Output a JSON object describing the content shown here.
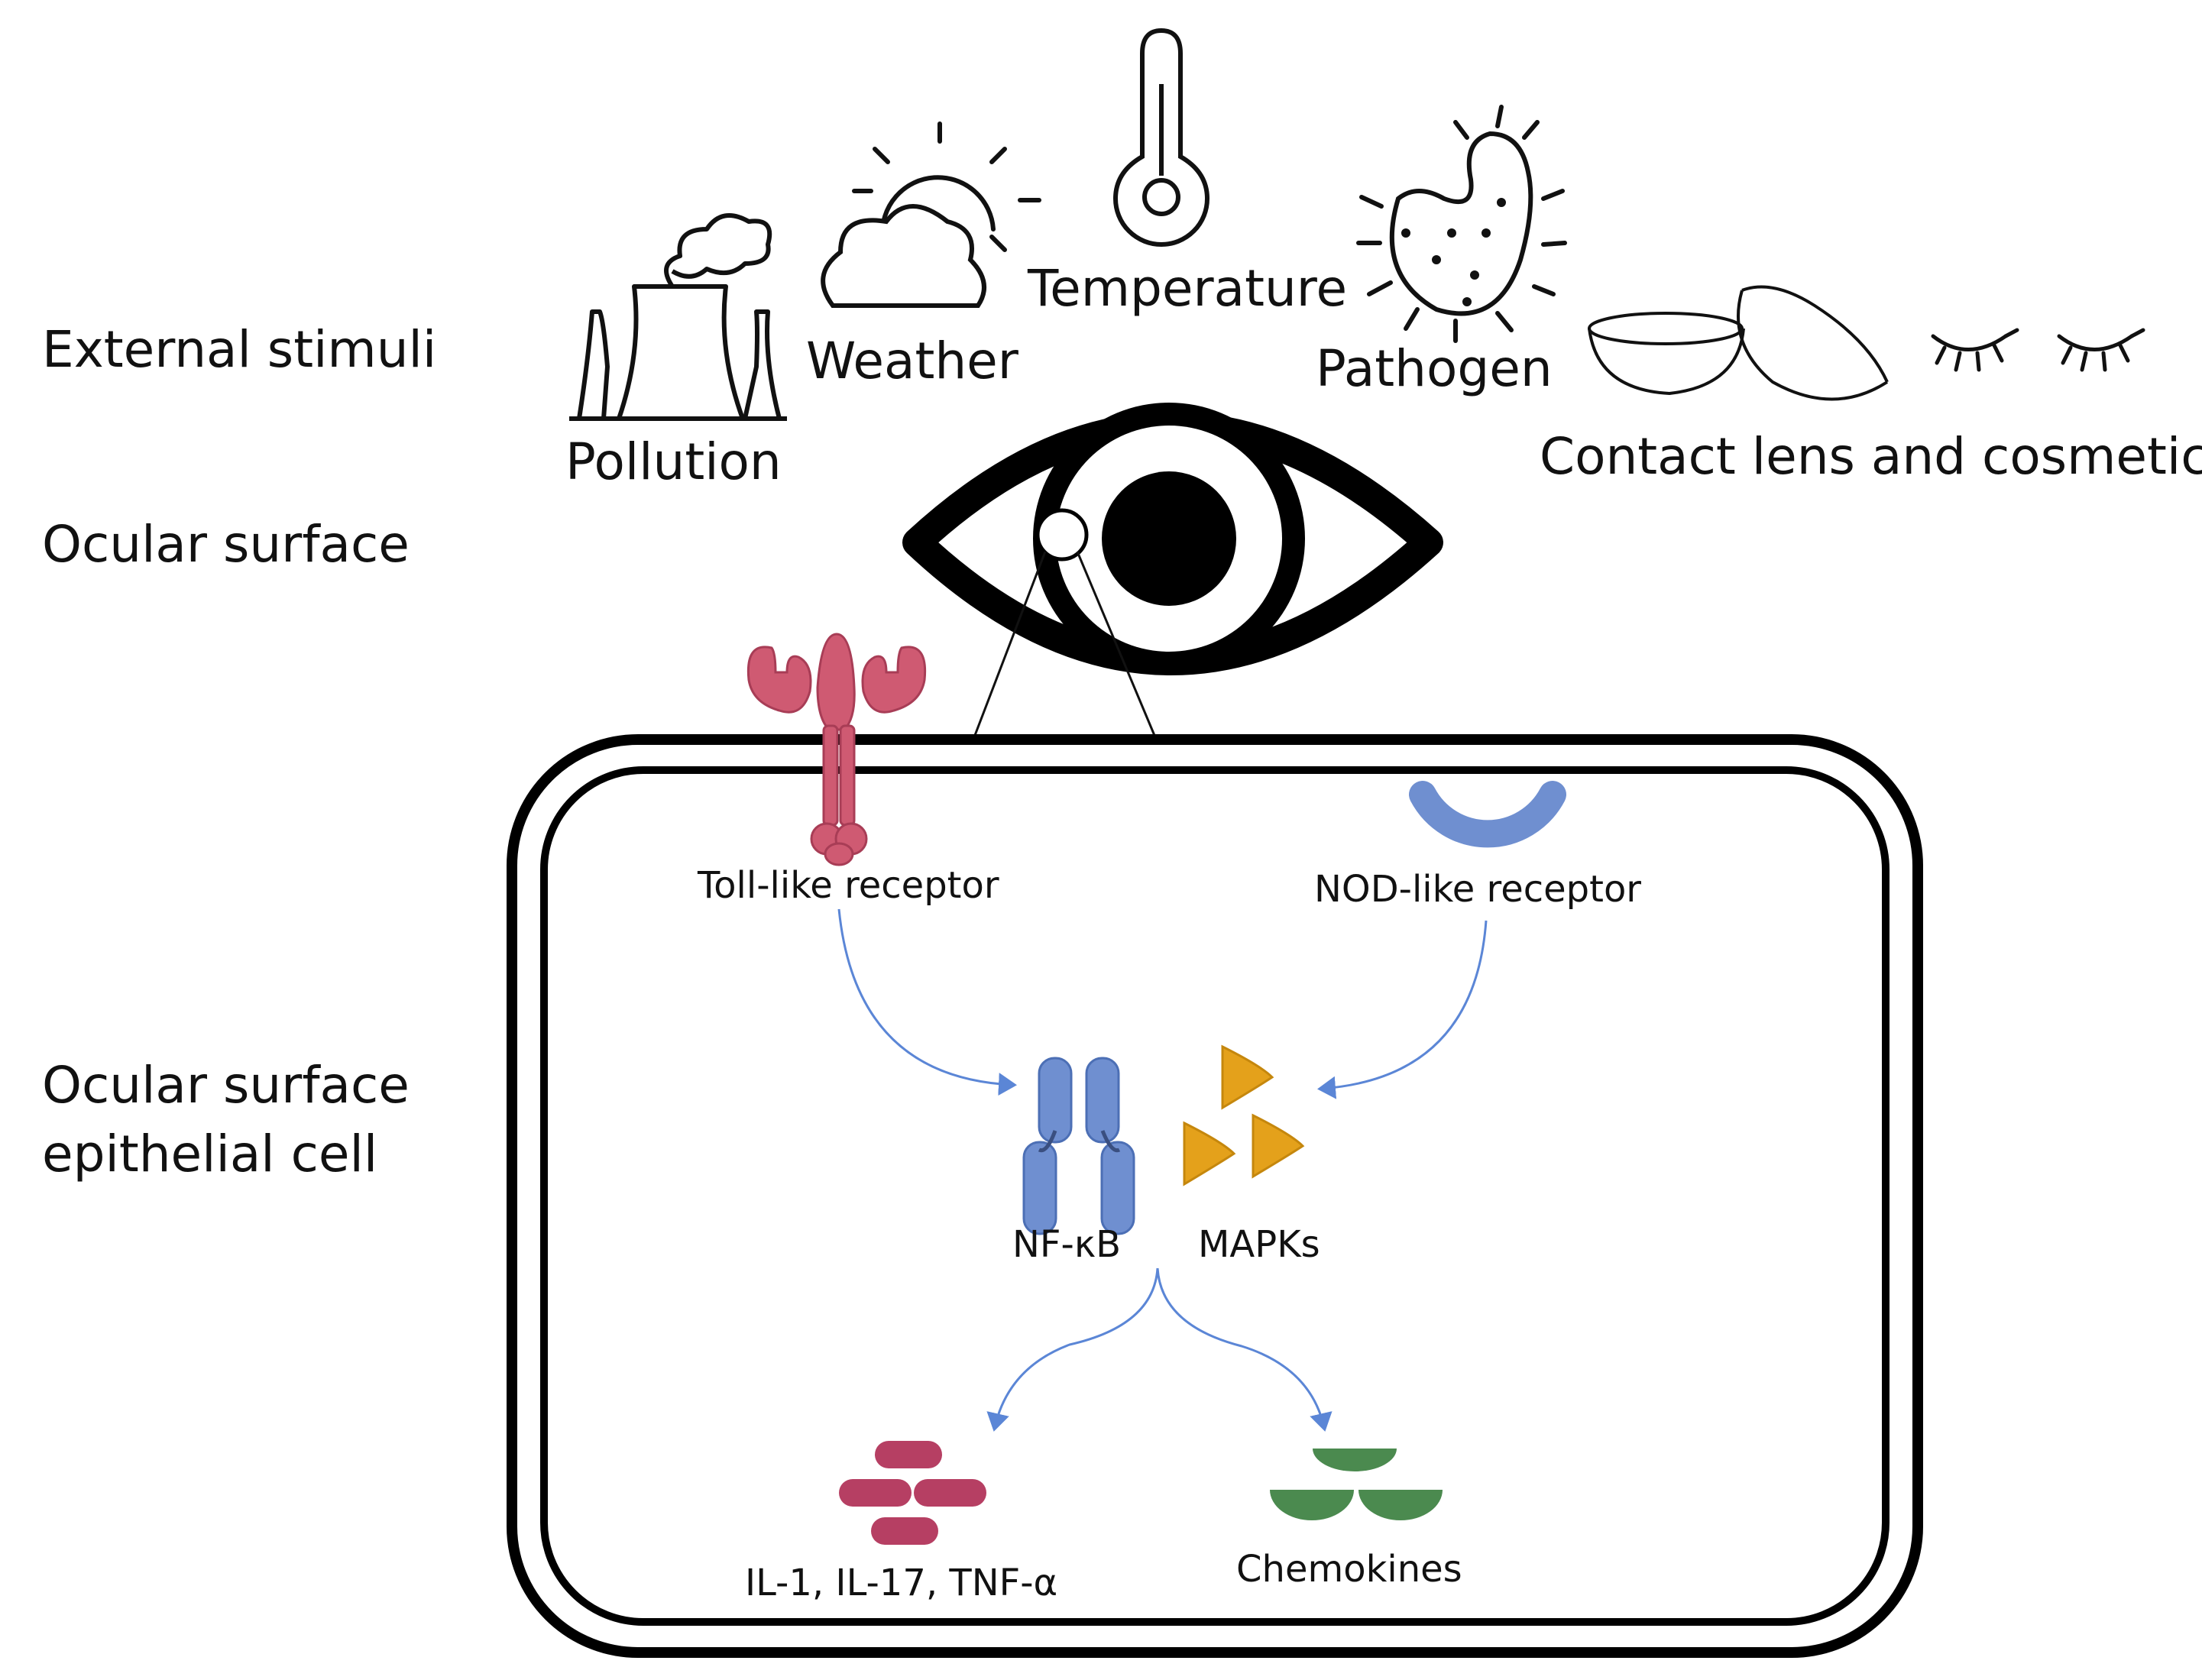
{
  "rows": {
    "external": "External stimuli",
    "ocular_surface": "Ocular surface",
    "epithelial_line1": "Ocular surface",
    "epithelial_line2": "epithelial cell"
  },
  "stimuli": {
    "pollution": "Pollution",
    "weather": "Weather",
    "temperature": "Temperature",
    "pathogen": "Pathogen",
    "contact": "Contact lens and cosmetics"
  },
  "cell": {
    "tlr": "Toll-like receptor",
    "nlr": "NOD-like receptor",
    "nfkb": "NF-κB",
    "mapks": "MAPKs",
    "cytokines": "IL-1, IL-17, TNF-α",
    "chemokines": "Chemokines"
  },
  "colors": {
    "tlr": "#cf5a72",
    "nlr": "#6f8fd0",
    "nfkb": "#6f8fd0",
    "mapks": "#e4a11b",
    "cytokines": "#b63f63",
    "chemokines": "#4b8a4f",
    "arrows": "#5b86d6"
  }
}
